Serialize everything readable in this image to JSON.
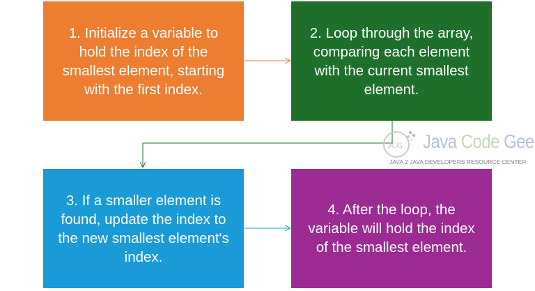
{
  "steps": [
    {
      "text": "1. Initialize a variable to hold the index of the smallest element, starting with the first index.",
      "color": "#ED7D31"
    },
    {
      "text": "2. Loop through the array, comparing each element with the current smallest element.",
      "color": "#1E6F2A"
    },
    {
      "text": "3. If a smaller element is found, update the index to the new smallest element's index.",
      "color": "#1A9BD7"
    },
    {
      "text": "4. After the loop, the variable will hold the index of the smallest element.",
      "color": "#9C2A93"
    }
  ],
  "watermark": {
    "logo_initials": "JCG",
    "title_part1": "Java",
    "title_part2": "Code",
    "title_part3": "Geeks",
    "subtitle": "JAVA 2 JAVA DEVELOPERS RESOURCE CENTER"
  }
}
